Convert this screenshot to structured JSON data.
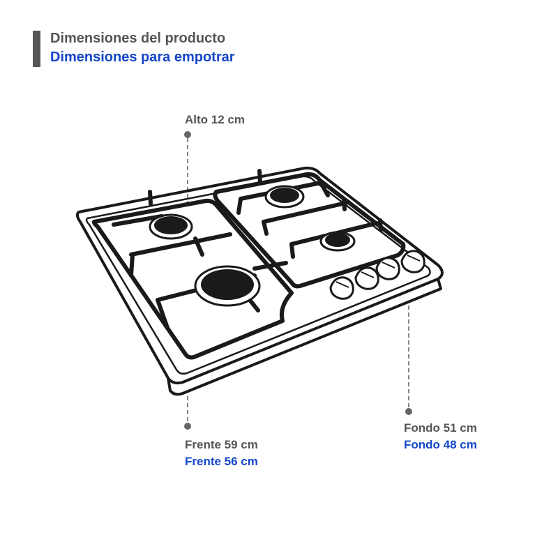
{
  "header": {
    "product_dimensions": "Dimensiones del producto",
    "builtin_dimensions": "Dimensiones para empotrar"
  },
  "dimensions": {
    "height": "Alto 12 cm",
    "front_product": "Frente 59 cm",
    "front_builtin": "Frente 56 cm",
    "depth_product": "Fondo 51 cm",
    "depth_builtin": "Fondo 48 cm"
  },
  "colors": {
    "product_text": "#555555",
    "builtin_text": "#1447c8",
    "outline": "#1a1a1a"
  }
}
